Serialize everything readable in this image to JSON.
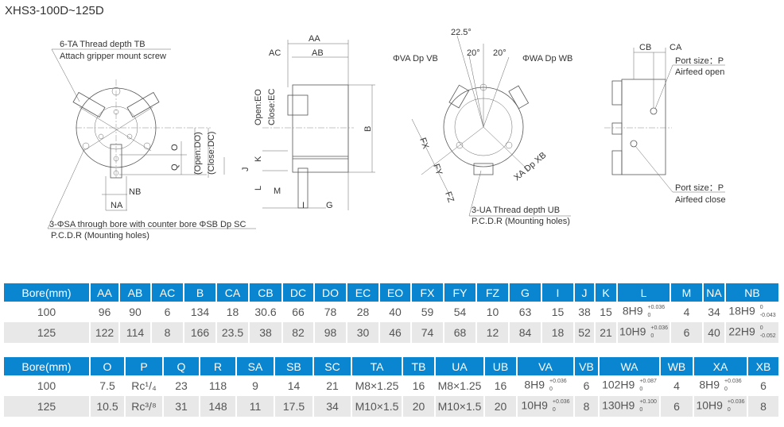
{
  "title": "XHS3-100D~125D",
  "drawing": {
    "front_view": {
      "label_ta": "6-TA Thread depth TB",
      "label_attach": "Attach gripper mount screw",
      "label_sa": "3-ΦSA through bore with counter bore ΦSB Dp SC",
      "label_pcd": "P.C.D.R (Mounting holes)",
      "dims": {
        "o": "O",
        "q": "Q",
        "open_do": "(Open:DO)",
        "close_dc": "(Close:DC)",
        "nb": "NB",
        "na": "NA"
      }
    },
    "side_view": {
      "dims": {
        "aa": "AA",
        "ab": "AB",
        "ac": "AC",
        "b": "B",
        "open_eo": "Open:EO",
        "close_ec": "Close:EC",
        "k": "K",
        "j": "J",
        "l": "L",
        "m": "M",
        "i": "I",
        "g": "G"
      }
    },
    "back_view": {
      "angle_top": "22.5°",
      "angle_left": "20°",
      "angle_right": "20°",
      "label_va": "ΦVA Dp VB",
      "label_wa": "ΦWA Dp WB",
      "label_xa": "XA Dp XB",
      "label_ua": "3-UA Thread depth UB",
      "label_pcd": "P.C.D.R (Mounting holes)",
      "dims": {
        "fx": "FX",
        "fy": "FY",
        "fz": "FZ"
      }
    },
    "port_view": {
      "dims": {
        "cb": "CB",
        "ca": "CA"
      },
      "port_open_size": "Port size：P",
      "port_open_label": "Airfeed open",
      "port_close_size": "Port size：P",
      "port_close_label": "Airfeed close"
    }
  },
  "table1": {
    "headers": [
      "Bore(mm)",
      "AA",
      "AB",
      "AC",
      "B",
      "CA",
      "CB",
      "DC",
      "DO",
      "EC",
      "EO",
      "FX",
      "FY",
      "FZ",
      "G",
      "I",
      "J",
      "K",
      "L",
      "M",
      "NA",
      "NB"
    ],
    "rows": [
      [
        "100",
        "96",
        "90",
        "6",
        "134",
        "18",
        "30.6",
        "66",
        "78",
        "28",
        "40",
        "59",
        "54",
        "10",
        "63",
        "15",
        "38",
        "15",
        {
          "v": "8H9",
          "up": "+0.036",
          "lo": "0"
        },
        "4",
        "34",
        {
          "v": "18H9",
          "up": "0",
          "lo": "-0.043"
        }
      ],
      [
        "125",
        "122",
        "114",
        "8",
        "166",
        "23.5",
        "38",
        "82",
        "98",
        "30",
        "46",
        "74",
        "68",
        "12",
        "84",
        "18",
        "52",
        "21",
        {
          "v": "10H9",
          "up": "+0.036",
          "lo": "0"
        },
        "6",
        "40",
        {
          "v": "22H9",
          "up": "0",
          "lo": "-0.052"
        }
      ]
    ]
  },
  "table2": {
    "headers": [
      "Bore(mm)",
      "O",
      "P",
      "Q",
      "R",
      "SA",
      "SB",
      "SC",
      "TA",
      "TB",
      "UA",
      "UB",
      "VA",
      "VB",
      "WA",
      "WB",
      "XA",
      "XB"
    ],
    "rows": [
      [
        "100",
        "7.5",
        "Rc¹/₄",
        "23",
        "118",
        "9",
        "14",
        "21",
        "M8×1.25",
        "16",
        "M8×1.25",
        "16",
        {
          "v": "8H9",
          "up": "+0.036",
          "lo": "0"
        },
        "6",
        {
          "v": "102H9",
          "up": "+0.087",
          "lo": "0"
        },
        "4",
        {
          "v": "8H9",
          "up": "+0.036",
          "lo": "0"
        },
        "6"
      ],
      [
        "125",
        "10.5",
        "Rc³/⁸",
        "31",
        "148",
        "11",
        "17.5",
        "34",
        "M10×1.5",
        "20",
        "M10×1.5",
        "20",
        {
          "v": "10H9",
          "up": "+0.036",
          "lo": "0"
        },
        "8",
        {
          "v": "130H9",
          "up": "+0.100",
          "lo": "0"
        },
        "6",
        {
          "v": "10H9",
          "up": "+0.036",
          "lo": "0"
        },
        "8"
      ]
    ]
  },
  "colors": {
    "header_bg": "#0a86d0",
    "alt_row_bg": "#e8e8e8"
  }
}
